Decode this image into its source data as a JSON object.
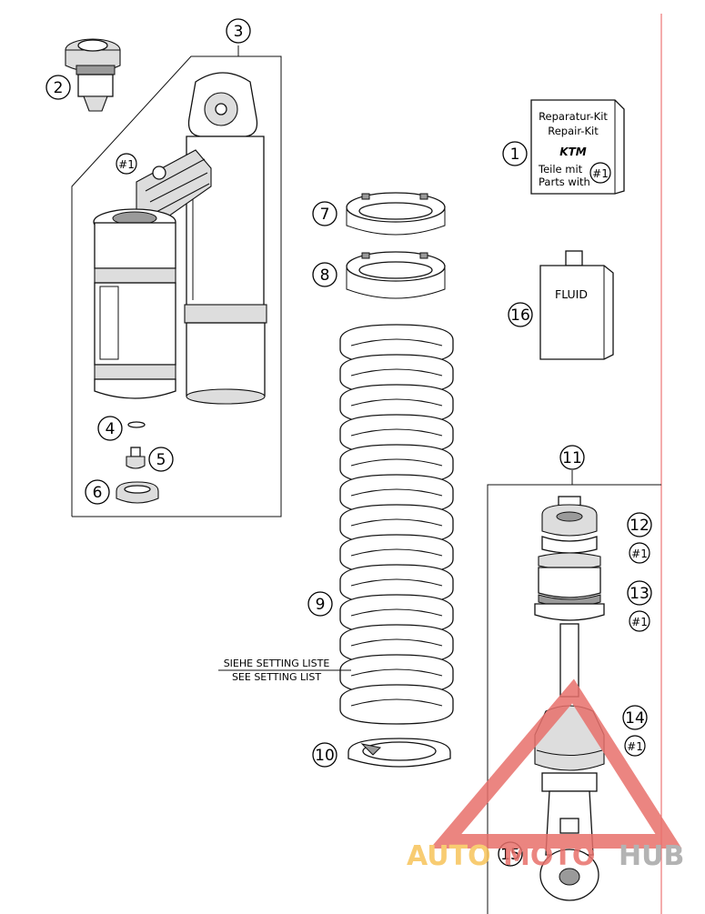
{
  "callouts": [
    {
      "id": "c1",
      "label": "1"
    },
    {
      "id": "c2",
      "label": "2"
    },
    {
      "id": "c3",
      "label": "3"
    },
    {
      "id": "c4",
      "label": "4"
    },
    {
      "id": "c5",
      "label": "5"
    },
    {
      "id": "c6",
      "label": "6"
    },
    {
      "id": "c7",
      "label": "7"
    },
    {
      "id": "c8",
      "label": "8"
    },
    {
      "id": "c9",
      "label": "9"
    },
    {
      "id": "c10",
      "label": "10"
    },
    {
      "id": "c11",
      "label": "11"
    },
    {
      "id": "c12",
      "label": "12"
    },
    {
      "id": "c13",
      "label": "13"
    },
    {
      "id": "c14",
      "label": "14"
    },
    {
      "id": "c15",
      "label": "15"
    },
    {
      "id": "c16",
      "label": "16"
    }
  ],
  "hash_marker": "#1",
  "repair_kit": {
    "line1": "Reparatur-Kit",
    "line2": "Repair-Kit",
    "line3": "Teile mit",
    "line4": "Parts with",
    "logo": "KTM"
  },
  "fluid_label": "FLUID",
  "setting_note": {
    "line1": "SIEHE SETTING LISTE",
    "line2": "SEE SETTING LIST"
  },
  "watermark": {
    "part1": "AUTO",
    "part2": "MOTO",
    "part3": "HUB",
    "colors": {
      "orange": "#f7c45a",
      "red": "#e8706b",
      "grey": "#a6a6a6"
    }
  },
  "border_color": "#e85a5a"
}
